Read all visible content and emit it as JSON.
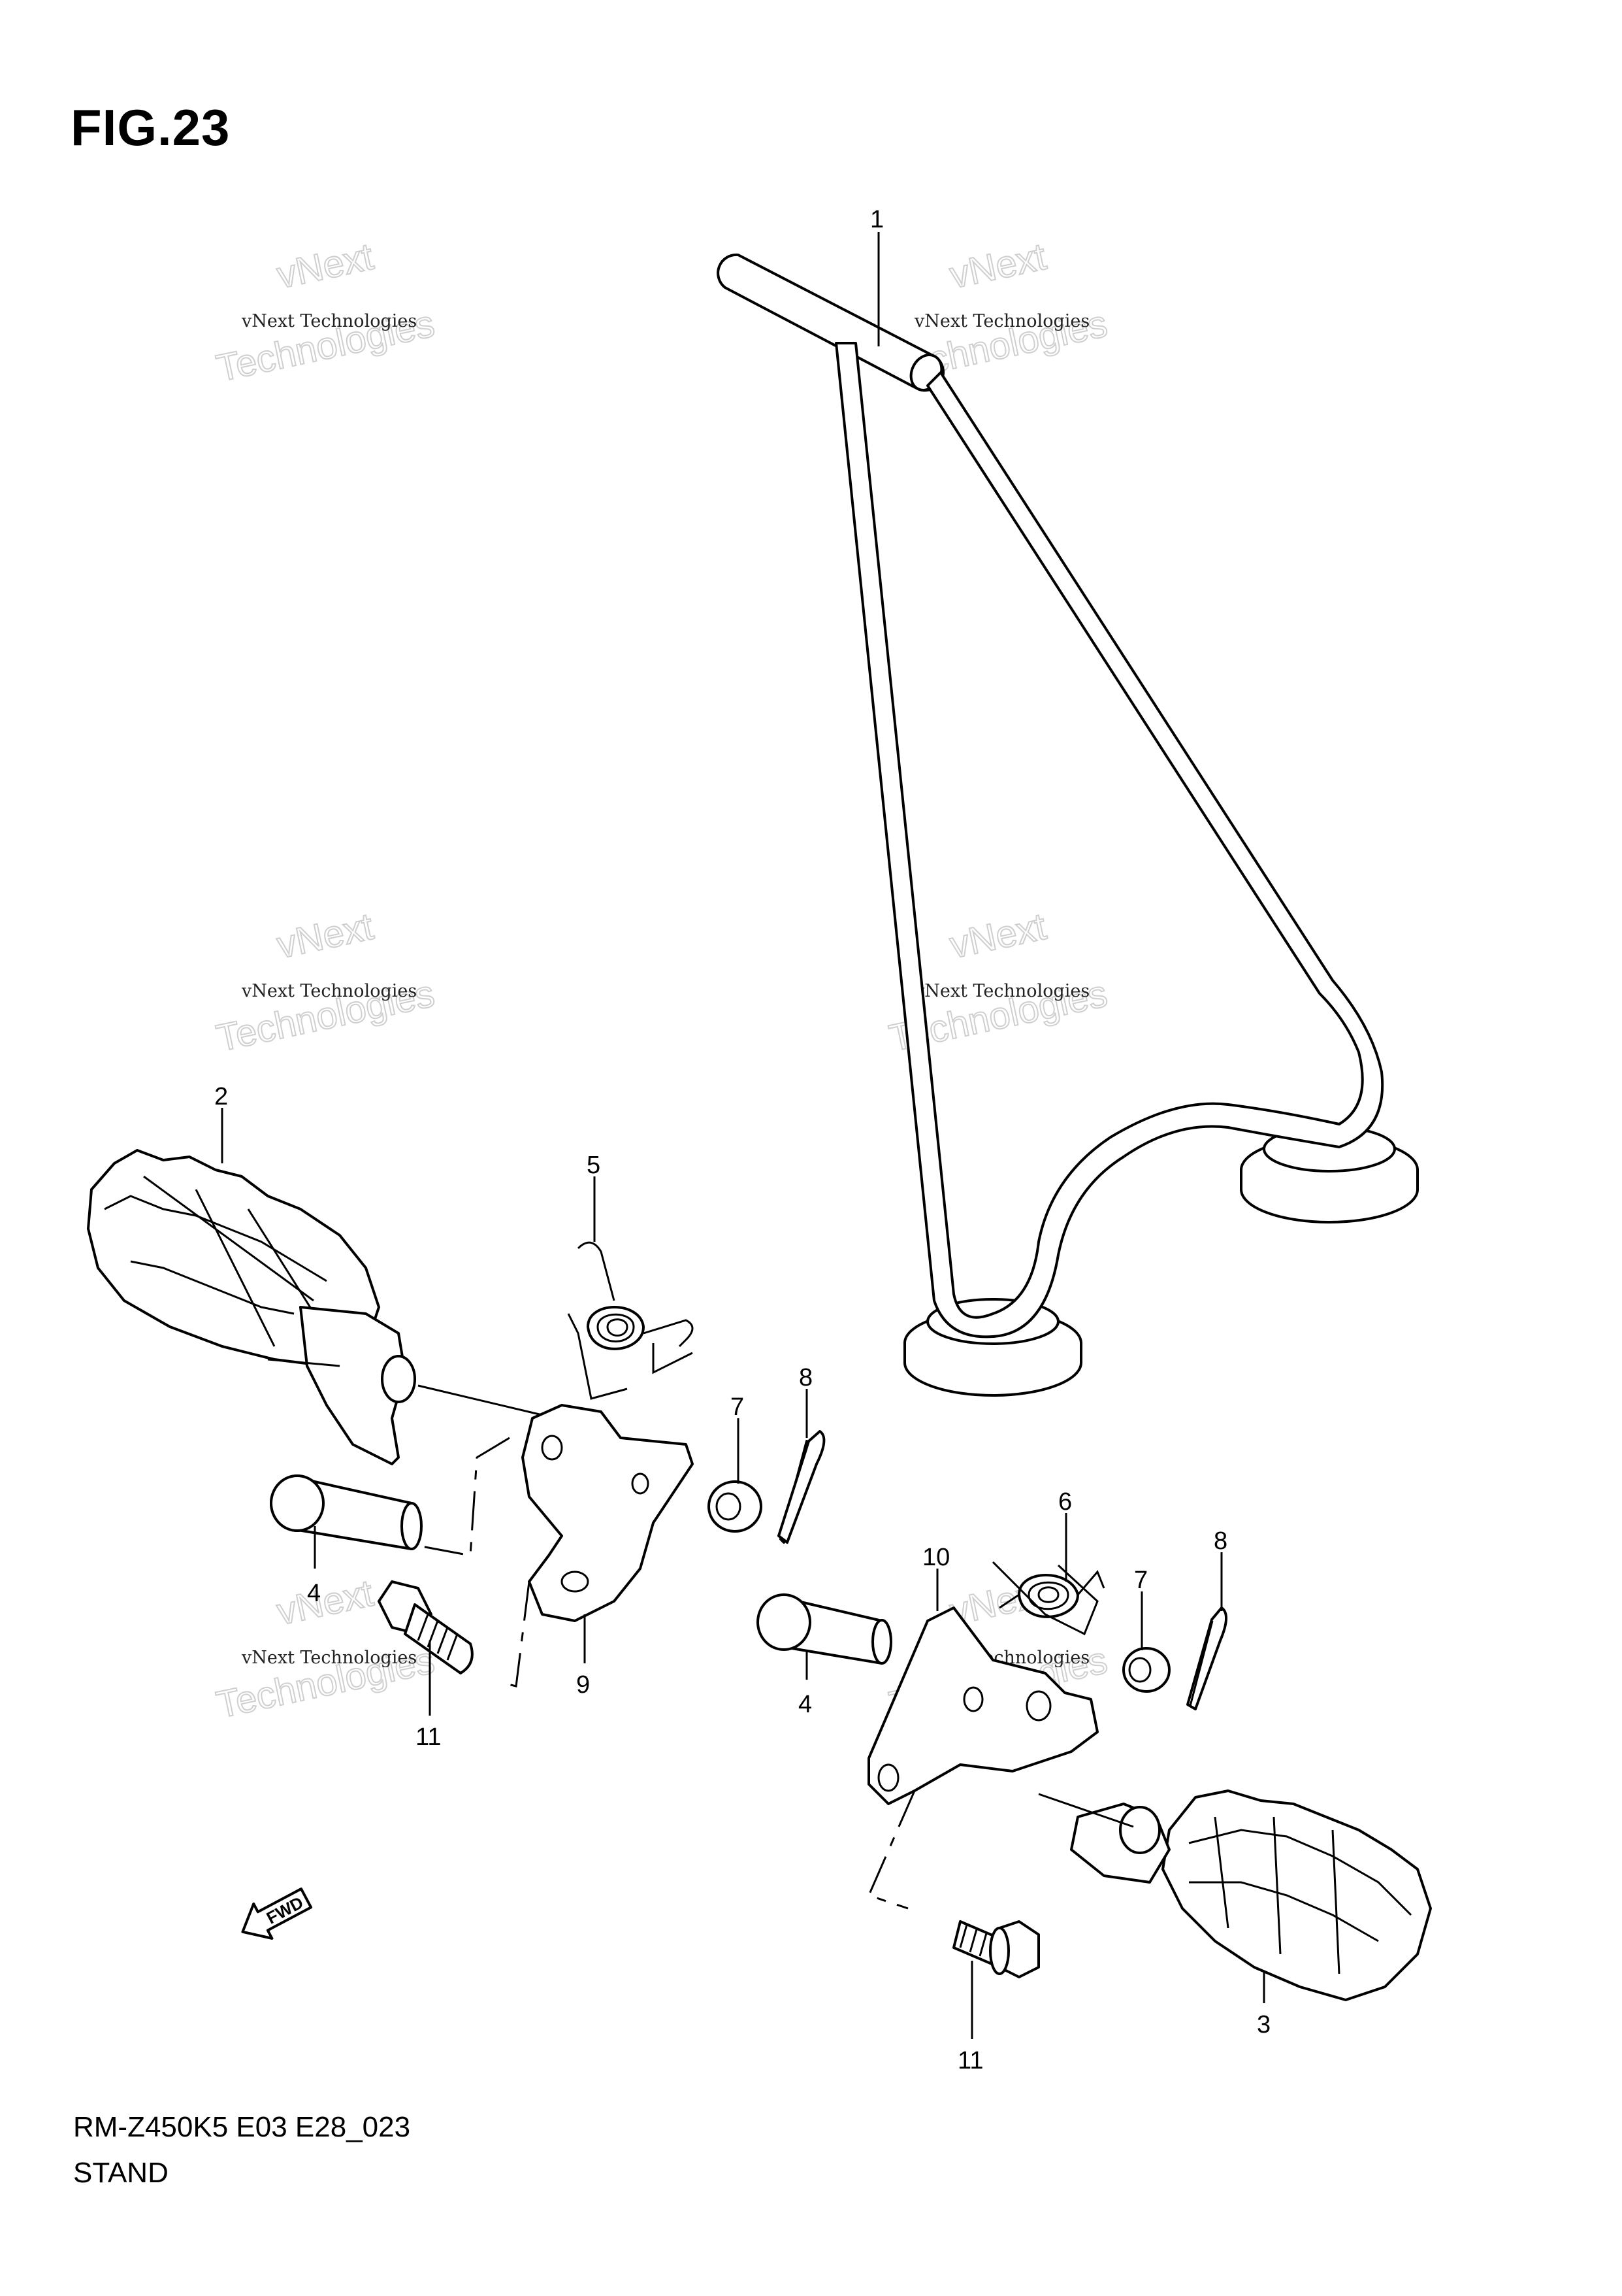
{
  "figure": {
    "title": "FIG.23"
  },
  "footer": {
    "code": "RM-Z450K5 E03 E28_023",
    "name": "STAND"
  },
  "fwd_label": "FWD",
  "watermark": {
    "line1": "vNext Technologies",
    "big1": "vNext",
    "big2": "Technologies"
  },
  "callouts": [
    "1",
    "2",
    "3",
    "4",
    "4",
    "5",
    "6",
    "7",
    "7",
    "8",
    "8",
    "9",
    "10",
    "11",
    "11"
  ]
}
